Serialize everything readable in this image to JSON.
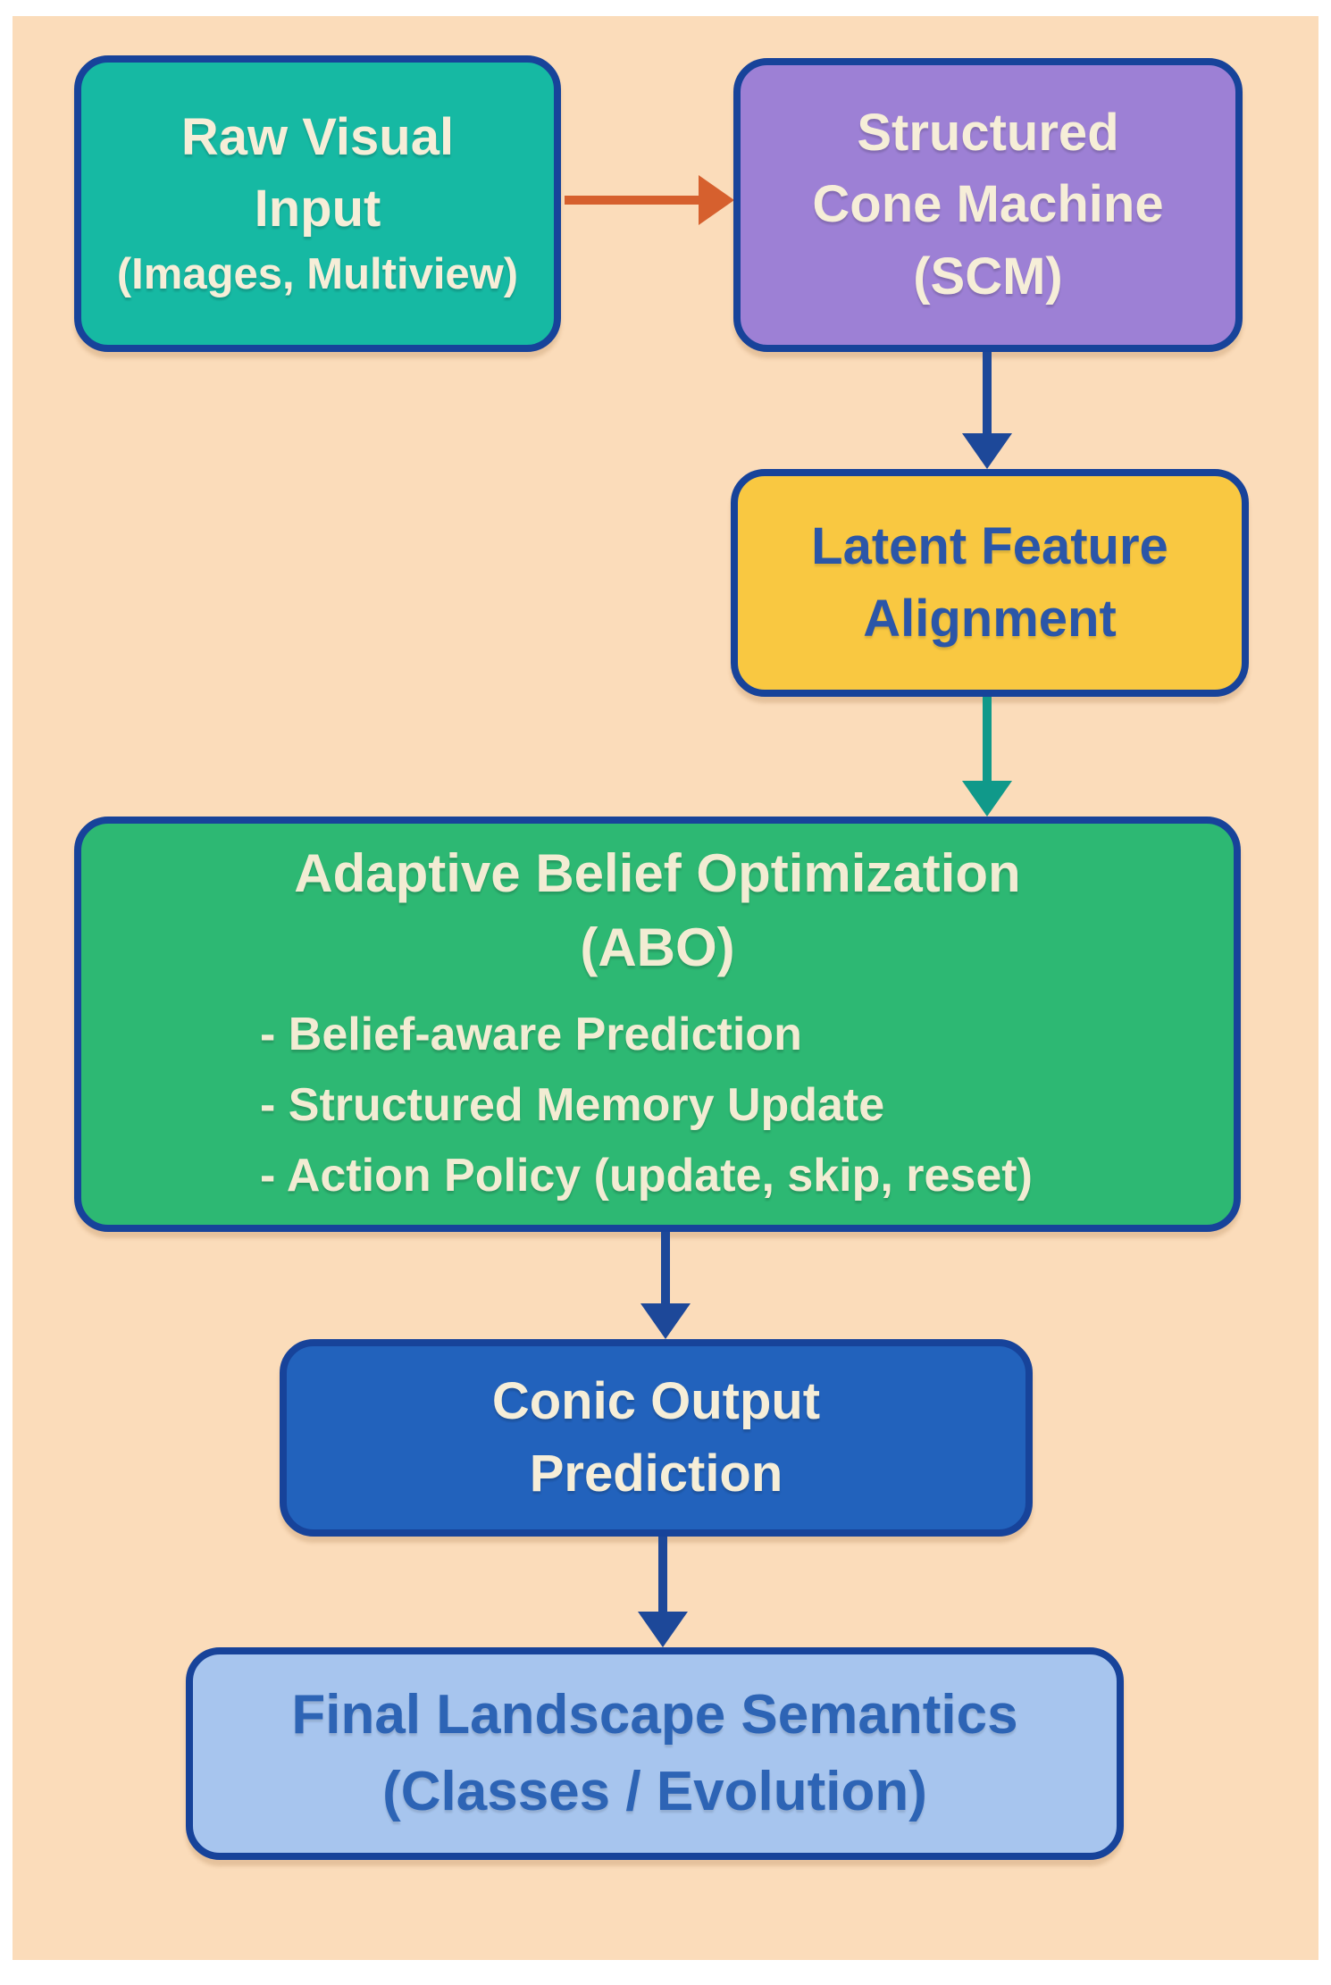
{
  "diagram": {
    "frame_color": "#ffffff",
    "background": "#fbdcba",
    "border_color": "#17439a",
    "nodes": {
      "raw_input": {
        "line1": "Raw Visual",
        "line2": "Input",
        "line3": "(Images, Multiview)",
        "fill": "#16b9a3",
        "text_color": "#f6eed8"
      },
      "scm": {
        "line1": "Structured",
        "line2": "Cone Machine",
        "line3": "(SCM)",
        "fill": "#9d80d5",
        "text_color": "#f6eed8"
      },
      "latent": {
        "line1": "Latent Feature",
        "line2": "Alignment",
        "fill": "#f9c841",
        "text_color": "#2b56a8"
      },
      "abo": {
        "title1": "Adaptive Belief Optimization",
        "title2": "(ABO)",
        "bullets": [
          "- Belief-aware Prediction",
          "- Structured Memory Update",
          "- Action Policy (update, skip, reset)"
        ],
        "fill": "#2db873",
        "text_color": "#f2ecd3"
      },
      "conic": {
        "line1": "Conic Output",
        "line2": "Prediction",
        "fill": "#2262bc",
        "text_color": "#f6eed8"
      },
      "final": {
        "line1": "Final Landscape Semantics",
        "line2": "(Classes / Evolution)",
        "fill": "#a7c5ee",
        "text_color": "#2d64b5"
      }
    },
    "arrows": {
      "raw_to_scm": {
        "color": "#d6602e"
      },
      "scm_to_latent": {
        "color": "#1d4899"
      },
      "latent_to_abo": {
        "color": "#10998a"
      },
      "abo_to_conic": {
        "color": "#1d4899"
      },
      "conic_to_final": {
        "color": "#1d4899"
      }
    }
  }
}
